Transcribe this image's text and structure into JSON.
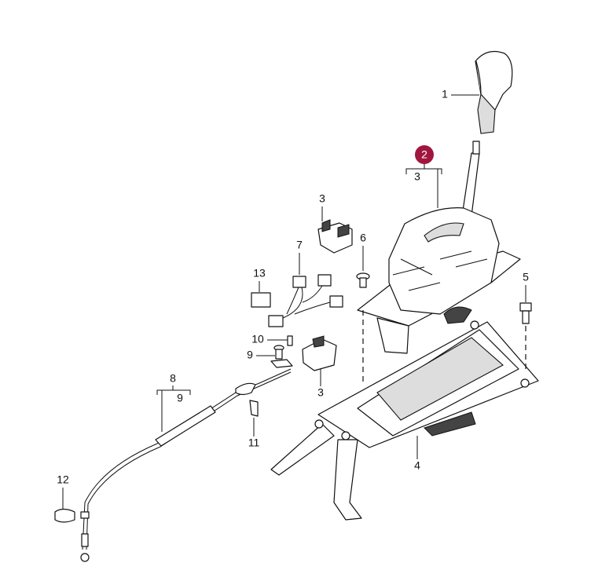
{
  "diagram": {
    "highlight_color": "#a0163f",
    "callouts": {
      "c1": "1",
      "c2": "2",
      "c3_main": "3",
      "c3_top": "3",
      "c3_bottom": "3",
      "c4": "4",
      "c5": "5",
      "c6": "6",
      "c7": "7",
      "c8": "8",
      "c9_bracket": "9",
      "c9": "9",
      "c10": "10",
      "c11": "11",
      "c12": "12",
      "c13": "13"
    }
  }
}
